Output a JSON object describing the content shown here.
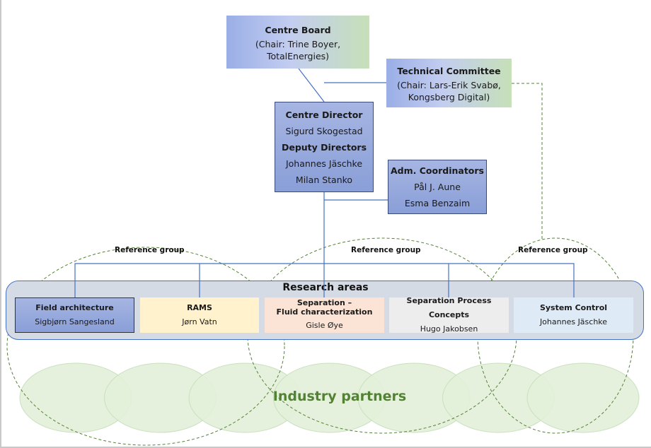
{
  "diagram": {
    "centre_board": {
      "title": "Centre Board",
      "lines": [
        "(Chair: Trine Boyer,",
        "TotalEnergies)"
      ]
    },
    "technical_committee": {
      "title": "Technical Committee",
      "lines": [
        "(Chair: Lars-Erik Svabø,",
        "Kongsberg Digital)"
      ]
    },
    "centre_director": {
      "title": "Centre Director",
      "name": "Sigurd Skogestad",
      "deputy_title": "Deputy Directors",
      "deputies": [
        "Johannes Jäschke",
        "Milan Stanko"
      ]
    },
    "adm_coordinators": {
      "title": "Adm. Coordinators",
      "names": [
        "Pål J. Aune",
        "Esma Benzaim"
      ]
    },
    "reference_groups": [
      "Reference group",
      "Reference group",
      "Reference group"
    ],
    "research_areas": {
      "title": "Research areas",
      "areas": [
        {
          "title": "Field architecture",
          "lead": "Sigbjørn Sangesland",
          "color": "#97a9df"
        },
        {
          "title": "RAMS",
          "lead": "Jørn Vatn",
          "color": "#fff2cc"
        },
        {
          "title": "Separation –",
          "title2": "Fluid characterization",
          "lead": "Gisle Øye",
          "color": "#fbe4d5"
        },
        {
          "title": "Separation Process Concepts",
          "lead": "Hugo Jakobsen",
          "color": "#ededed"
        },
        {
          "title": "System Control",
          "lead": "Johannes Jäschke",
          "color": "#deebf7"
        }
      ]
    },
    "industry_partners": {
      "label": "Industry partners",
      "circle_count": 7,
      "circle_color": "#e2efd9"
    },
    "colors": {
      "connector": "#4472c4",
      "dashed": "#548235",
      "label_green": "#548235"
    }
  }
}
